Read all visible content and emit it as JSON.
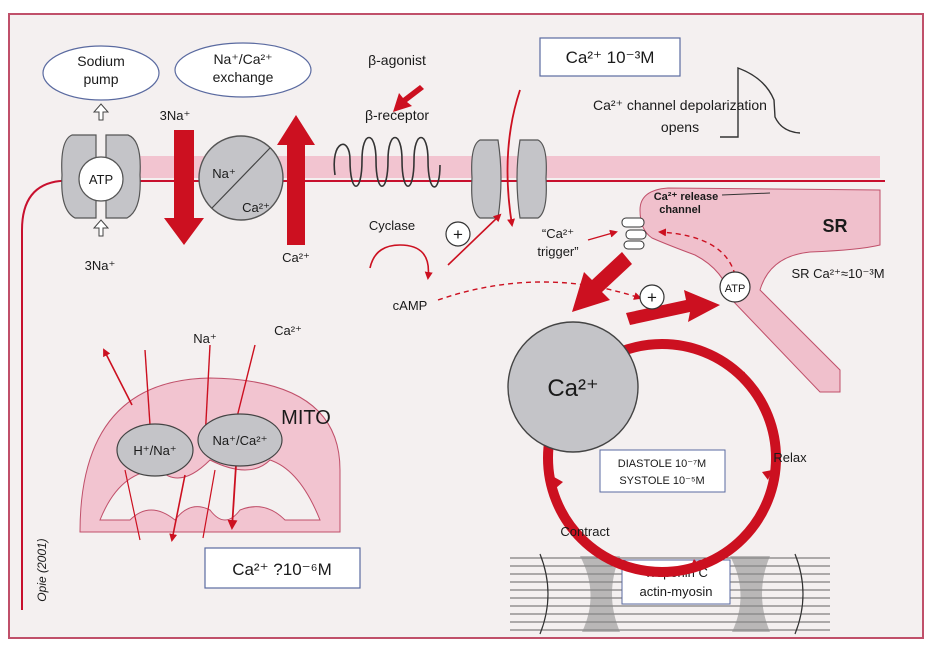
{
  "labels": {
    "sodium_pump": [
      "Sodium",
      "pump"
    ],
    "na_ca_exchange": [
      "Na⁺/Ca²⁺",
      "exchange"
    ],
    "three_na_top": "3Na⁺",
    "three_na_bottom": "3Na⁺",
    "atp_pump": "ATP",
    "na_plus": "Na⁺",
    "ca_2plus_ex": "Ca²⁺",
    "ca_out_label": "Ca²⁺",
    "beta_agonist": "β-agonist",
    "beta_receptor": "β-receptor",
    "extracellular_ca": "Ca²⁺ 10⁻³M",
    "channel_depol": [
      "Ca²⁺ channel depolarization",
      "opens"
    ],
    "cyclase": "Cyclase",
    "camp": "cAMP",
    "plus": "+",
    "ca_trigger": [
      "“Ca²⁺",
      "trigger”"
    ],
    "ca_release_channel": [
      "Ca²⁺ release",
      "channel"
    ],
    "sr": "SR",
    "sr_ca": "SR Ca²⁺≈10⁻³M",
    "atp_sr": "ATP",
    "mito_na": "Na⁺",
    "mito_ca": "Ca²⁺",
    "mito": "MITO",
    "h_na": "H⁺/Na⁺",
    "na_ca_mito": "Na⁺/Ca²⁺",
    "mito_ca_conc": "Ca²⁺ ?10⁻⁶M",
    "cyto_ca": "Ca²⁺",
    "diastole": "DIASTOLE 10⁻⁷M",
    "systole": "SYSTOLE 10⁻⁵M",
    "relax": "Relax",
    "contract": "Contract",
    "troponin": [
      "Troponin C",
      "actin-myosin"
    ],
    "credit": "Opie (2001)"
  },
  "colors": {
    "frame": "#c0506a",
    "background": "#f4f0f0",
    "membrane": "#c8102e",
    "membrane_band": "#f2c4d0",
    "arrow_red": "#cc1020",
    "protein_gray": "#c4c4c8",
    "sr_pink": "#f0c0cc",
    "box_border": "#5a6aa0"
  }
}
